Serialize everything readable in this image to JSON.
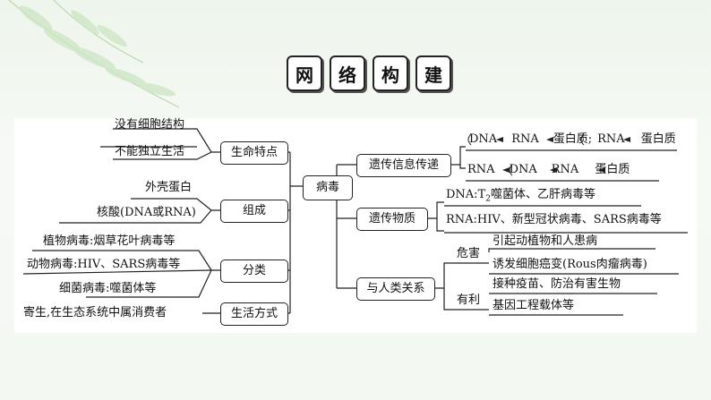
{
  "title": [
    "网",
    "络",
    "构",
    "建"
  ],
  "center": "病毒",
  "left": {
    "life": {
      "label": "生命特点",
      "items": [
        "没有细胞结构",
        "不能独立生活"
      ]
    },
    "comp": {
      "label": "组成",
      "items": [
        "外壳蛋白",
        "核酸(DNA或RNA)"
      ]
    },
    "class": {
      "label": "分类",
      "items": [
        "植物病毒:烟草花叶病毒等",
        "动物病毒:HIV、SARS病毒等",
        "细菌病毒:噬菌体等"
      ]
    },
    "way": {
      "label": "生活方式",
      "items": [
        "寄生,在生态系统中属消费者"
      ]
    }
  },
  "right": {
    "flow": {
      "label": "遗传信息传递",
      "row1": {
        "a": "DNA",
        "b": "RNA",
        "c": "蛋白质;",
        "d": "RNA",
        "e": "蛋白质"
      },
      "row2": {
        "a": "RNA",
        "b": "DNA",
        "c": "RNA",
        "d": "蛋白质"
      }
    },
    "mat": {
      "label": "遗传物质",
      "dna_prefix": "DNA:T",
      "dna_sub": "2",
      "dna_rest": "噬菌体、乙肝病毒等",
      "rna": "RNA:HIV、新型冠状病毒、SARS病毒等"
    },
    "rel": {
      "label": "与人类关系",
      "harm": {
        "label": "危害",
        "items": [
          "引起动植物和人患病",
          "诱发细胞癌变(Rous肉瘤病毒)"
        ]
      },
      "benefit": {
        "label": "有利",
        "items": [
          "接种疫苗、防治有害生物",
          "基因工程载体等"
        ]
      }
    }
  }
}
